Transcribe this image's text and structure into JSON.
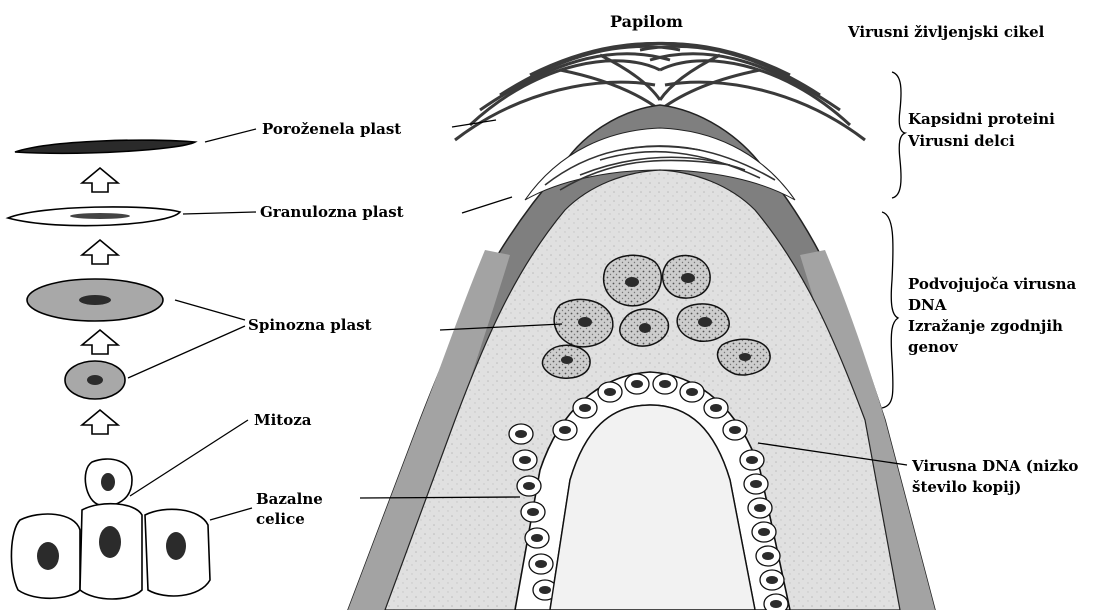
{
  "title": "Papilom",
  "lifecycle_heading": "Virusni življenjski cikel",
  "layers": {
    "cornified": "Poroženela plast",
    "granular": "Granulozna plast",
    "spinous": "Spinozna plast",
    "mitosis": "Mitoza",
    "basal_line1": "Bazalne",
    "basal_line2": "celice"
  },
  "lifecycle": {
    "capsid_line1": "Kapsidni proteini",
    "capsid_line2": "Virusni delci",
    "replication_line1": "Podvojujoča virusna",
    "replication_line2": "DNA",
    "replication_line3": "Izražanje zgodnjih",
    "replication_line4": "genov",
    "lowcopy_line1": "Virusna DNA (nizko",
    "lowcopy_line2": "število kopij)"
  },
  "colors": {
    "outer_layer": "#7f7f7f",
    "granular_layer": "#a8a8a8",
    "dermis": "#e2e2e2",
    "cell_fill": "#c4c4c4",
    "nucleus": "#2b2b2b",
    "outline": "#000000"
  }
}
